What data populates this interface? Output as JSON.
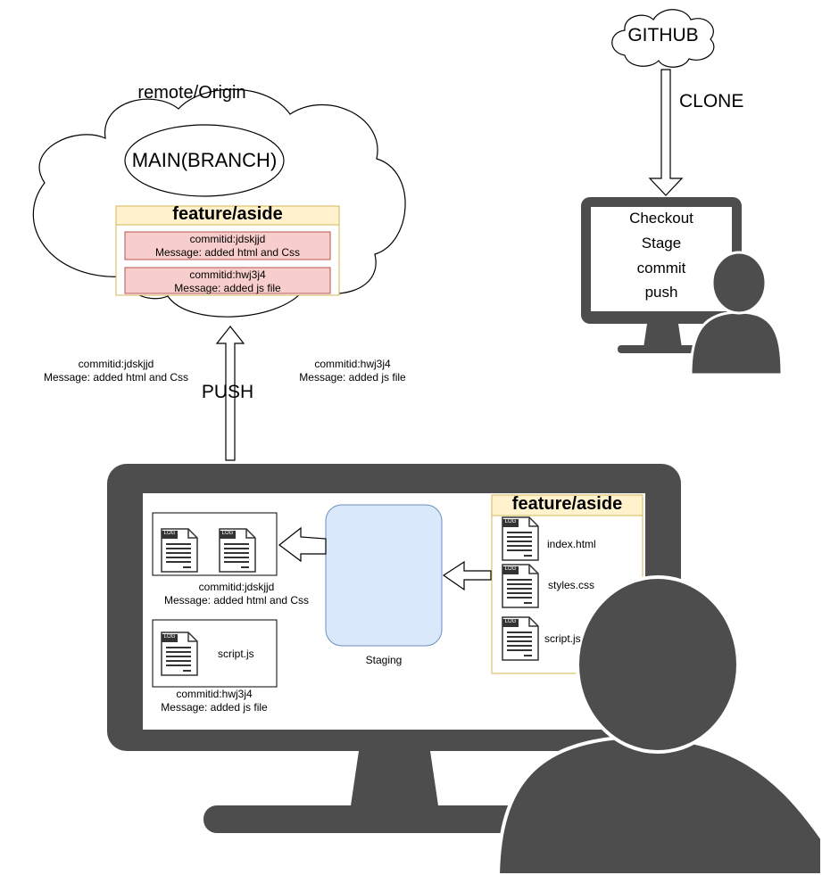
{
  "github": {
    "label": "GITHUB",
    "clone_label": "CLONE"
  },
  "remote": {
    "title": "remote/Origin",
    "main_branch": "MAIN(BRANCH)",
    "feature_title": "feature/aside",
    "commits": [
      {
        "id": "commitid:jdskjjd",
        "message": "Message: added html and Css"
      },
      {
        "id": "commitid:hwj3j4",
        "message": "Message: added js file"
      }
    ]
  },
  "push": {
    "label": "PUSH",
    "left_note": {
      "id": "commitid:jdskjjd",
      "message": "Message: added html and Css"
    },
    "right_note": {
      "id": "commitid:hwj3j4",
      "message": "Message: added js file"
    }
  },
  "small_monitor": {
    "steps": [
      "Checkout",
      "Stage",
      "commit",
      "push"
    ]
  },
  "local": {
    "commit1": {
      "id": "commitid:jdskjjd",
      "message": "Message: added html and Css"
    },
    "commit2": {
      "file": "script.js",
      "id": "commitid:hwj3j4",
      "message": "Message: added js file"
    },
    "staging_label": "Staging",
    "feature_title": "feature/aside",
    "files": [
      "index.html",
      "styles.css",
      "script.js"
    ],
    "log_badge": "LOG"
  },
  "colors": {
    "device": "#4d4d4d",
    "feature_fill": "#fff2cc",
    "feature_border": "#d6b656",
    "commit_fill": "#f8cecc",
    "commit_border": "#b85450",
    "staging_fill": "#dae8fc",
    "staging_border": "#6c8ebf"
  }
}
